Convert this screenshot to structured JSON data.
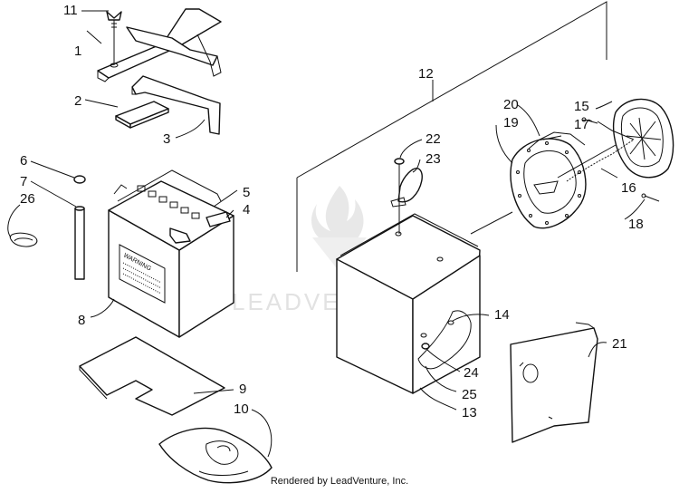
{
  "diagram": {
    "callouts": [
      "1",
      "2",
      "3",
      "4",
      "5",
      "6",
      "7",
      "8",
      "9",
      "10",
      "11",
      "12",
      "13",
      "14",
      "15",
      "16",
      "17",
      "18",
      "19",
      "20",
      "21",
      "22",
      "23",
      "24",
      "25",
      "26"
    ],
    "battery_label": "WARNING",
    "watermark": "LEADVENTURE",
    "footer": "Rendered by LeadVenture, Inc."
  }
}
